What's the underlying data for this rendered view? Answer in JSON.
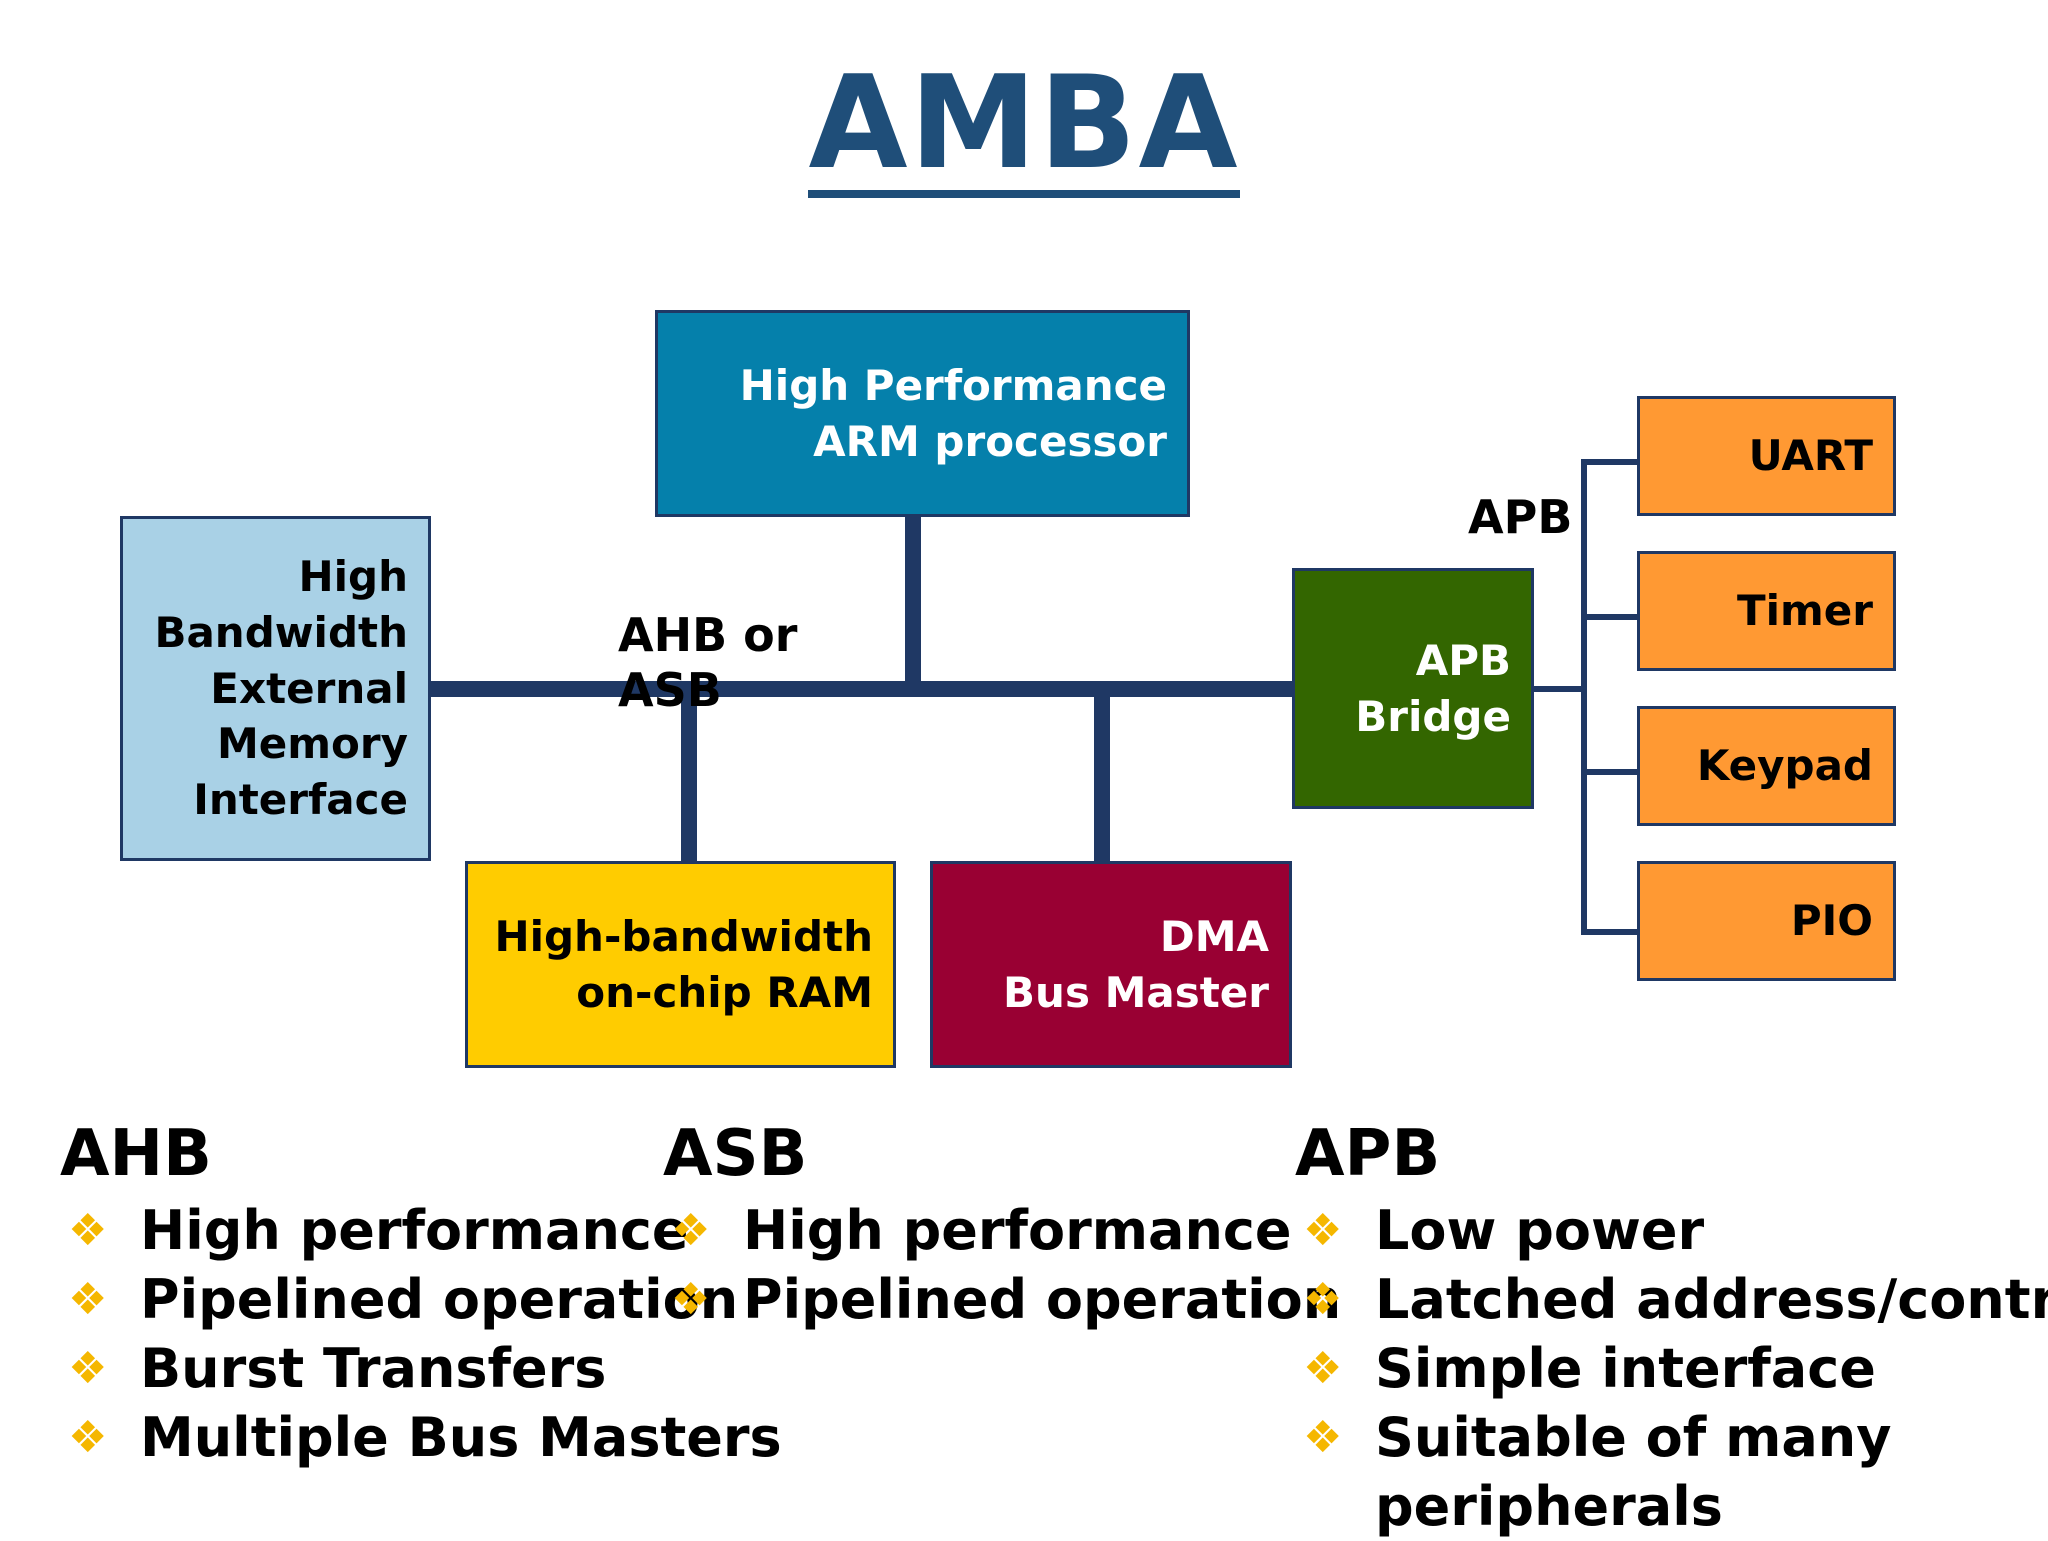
{
  "title": "AMBA",
  "colors": {
    "title": "#1f4e79",
    "bus": "#1f3864",
    "cpu": "#0580ab",
    "memory": "#a9d1e6",
    "ram": "#ffcc00",
    "dma": "#990033",
    "bridge": "#336600",
    "peripheral": "#ff9933",
    "bullet": "#f5b700"
  },
  "blocks": {
    "cpu": {
      "line1": "High Performance",
      "line2": "ARM processor"
    },
    "memory": {
      "line1": "High",
      "line2": "Bandwidth",
      "line3": "External",
      "line4": "Memory",
      "line5": "Interface"
    },
    "ram": {
      "line1": "High-bandwidth",
      "line2": "on-chip RAM"
    },
    "dma": {
      "line1": "DMA",
      "line2": "Bus Master"
    },
    "bridge": {
      "line1": "APB",
      "line2": "Bridge"
    }
  },
  "peripherals": [
    "UART",
    "Timer",
    "Keypad",
    "PIO"
  ],
  "bus_labels": {
    "main_line1": "AHB or",
    "main_line2": "ASB",
    "apb": "APB"
  },
  "bullet_icon": "diamond-bullet-icon",
  "columns": [
    {
      "heading": "AHB",
      "items": [
        "High performance",
        "Pipelined operation",
        "Burst Transfers",
        "Multiple Bus Masters"
      ]
    },
    {
      "heading": "ASB",
      "items": [
        "High performance",
        "Pipelined operation"
      ]
    },
    {
      "heading": "APB",
      "items": [
        "Low power",
        "Latched address/control",
        "Simple interface",
        "Suitable of many"
      ],
      "item4_continuation": "peripherals"
    }
  ]
}
